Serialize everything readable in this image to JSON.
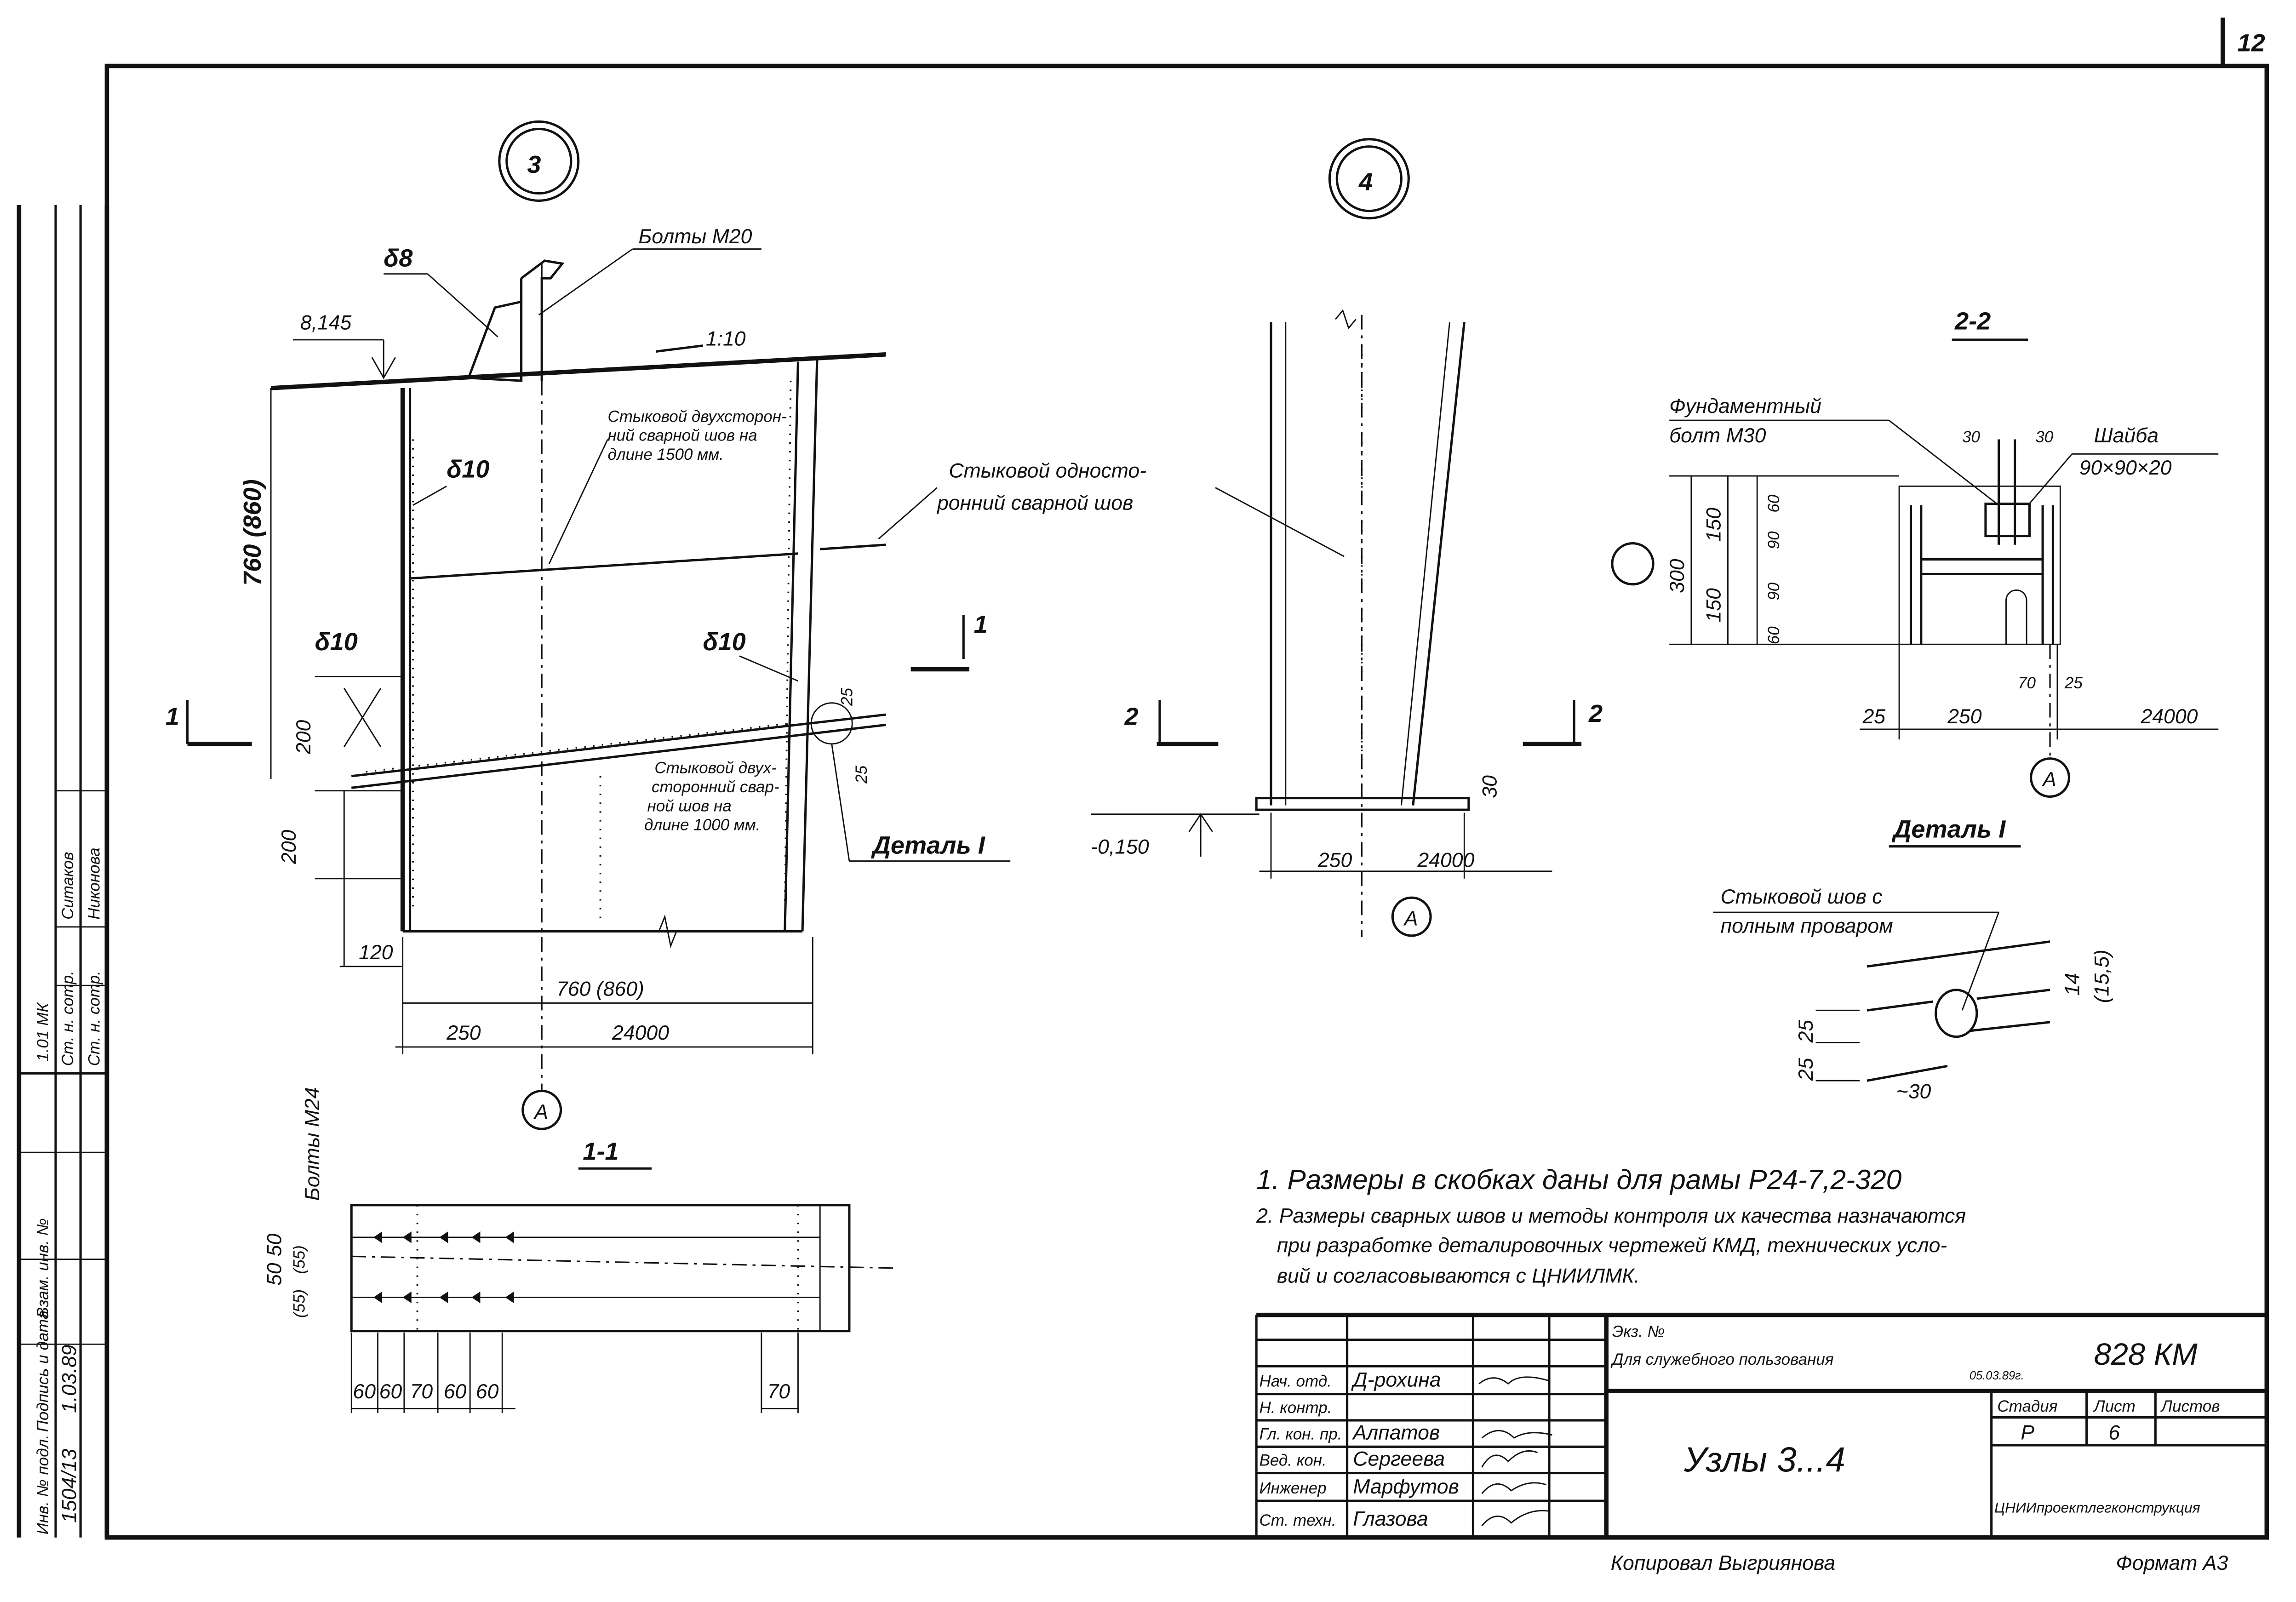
{
  "sheet_number": "12",
  "node3": {
    "id": "3",
    "bolts": "Болты М20",
    "plate_top": "δ8",
    "elevation": "8,145",
    "slope": "1:10",
    "weld_double": [
      "Стыковой двухсторон-",
      "ний сварной шов на",
      "длине 1500 мм."
    ],
    "plate_web": "δ10",
    "plate_left": "δ10",
    "plate_right": "δ10",
    "dim_height": "760 (860)",
    "dim_200a": "200",
    "dim_200b": "200",
    "dim_120": "120",
    "dim_width": "760 (860)",
    "dim_250": "250",
    "dim_24000": "24000",
    "axis": "А",
    "section_left": "1",
    "section_right": "1",
    "weld_double2": [
      "Стыковой двух-",
      "сторонний свар-",
      "ной шов на",
      "длине 1000 мм."
    ],
    "dim_25a": "25",
    "dim_25b": "25",
    "detail_ref": "Деталь I"
  },
  "shared_weld_label": [
    "Стыковой односто-",
    "ронний сварной шов"
  ],
  "node4": {
    "id": "4",
    "section_left": "2",
    "section_right": "2",
    "elevation": "-0,150",
    "dim_30": "30",
    "dim_250": "250",
    "dim_24000": "24000",
    "axis": "А"
  },
  "section22": {
    "title": "2-2",
    "anchor_bolt": [
      "Фундаментный",
      "болт М30"
    ],
    "washer": [
      "Шайба",
      "90×90×20"
    ],
    "dim_30a": "30",
    "dim_30b": "30",
    "dim_300": "300",
    "dim_150a": "150",
    "dim_150b": "150",
    "dim_60a": "60",
    "dim_90a": "90",
    "dim_90b": "90",
    "dim_60b": "60",
    "dim_70": "70",
    "dim_25": "25",
    "dim_25b": "25",
    "dim_250": "250",
    "dim_24000": "24000",
    "axis": "А"
  },
  "detail1": {
    "title": "Деталь I",
    "weld": [
      "Стыковой шов с",
      "полным проваром"
    ],
    "dim_14": "14",
    "dim_15_5": "(15,5)",
    "dim_25a": "25",
    "dim_25b": "25",
    "dim_30": "~30"
  },
  "section11": {
    "title": "1-1",
    "bolts": "Болты М24",
    "dim_50a": "50",
    "dim_50b": "50",
    "dim_55a": "(55)",
    "dim_55b": "(55)",
    "spacing": [
      "60",
      "60",
      "70",
      "60",
      "60"
    ],
    "dim_70": "70"
  },
  "notes": [
    "1. Размеры в скобках даны для рамы  Р24-7,2-320",
    "2. Размеры сварных швов и методы контроля их качества назначаются",
    "при разработке деталировочных чертежей КМД, технических усло-",
    "вий и согласовываются с ЦНИИЛМК."
  ],
  "title_block": {
    "copy_no": "Экз. №",
    "restricted": "Для служебного пользования",
    "stamp_date": "05.03.89г.",
    "doc_code": "828 КМ",
    "title": "Узлы 3...4",
    "stage_label": "Стадия",
    "sheet_label": "Лист",
    "sheets_label": "Листов",
    "stage": "Р",
    "sheet": "6",
    "organization": "ЦНИИпроектлегконструкция",
    "staff": [
      {
        "role": "Нач. отд.",
        "name": "Д-рохина"
      },
      {
        "role": "Н. контр.",
        "name": ""
      },
      {
        "role": "Гл. кон. пр.",
        "name": "Алпатов"
      },
      {
        "role": "Вед. кон.",
        "name": "Сергеева"
      },
      {
        "role": "Инженер",
        "name": "Марфутов"
      },
      {
        "role": "Ст. техн.",
        "name": "Глазова"
      }
    ],
    "copied_by": "Копировал Выгриянова",
    "format": "Формат А3"
  },
  "side_strip": {
    "inv_label": "Инв. № подл.",
    "sign_label": "Подпись и дата",
    "replace_label": "Взам. инв. №",
    "inv_no": "1504/13",
    "sign_date": "1.03.89",
    "code": "1.01  МК",
    "role1": "Ст. н. сотр.",
    "role2": "Ст. н. сотр.",
    "name1": "Ситаков",
    "name2": "Никонова"
  }
}
